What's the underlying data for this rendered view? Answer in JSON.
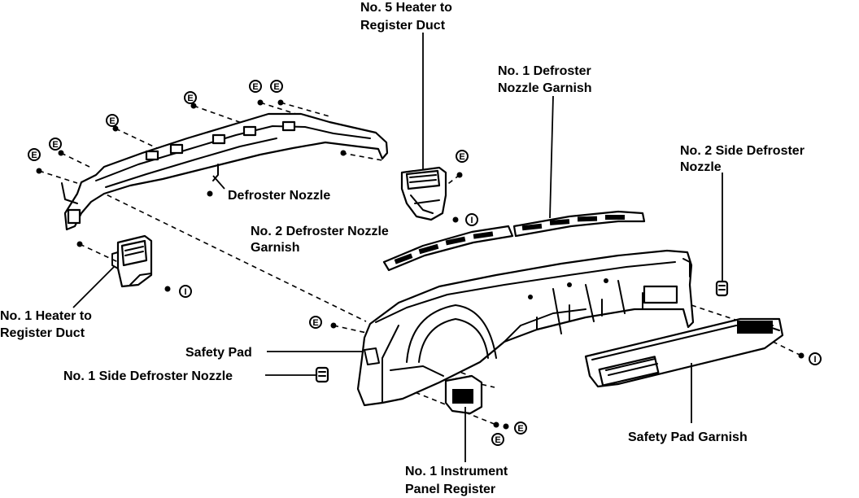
{
  "labels": {
    "no5_heater_duct": [
      "No. 5 Heater to",
      "Register Duct"
    ],
    "no1_defroster_garnish": [
      "No. 1 Defroster",
      "Nozzle Garnish"
    ],
    "no2_side_defroster": [
      "No. 2 Side Defroster",
      "Nozzle"
    ],
    "defroster_nozzle": [
      "Defroster Nozzle"
    ],
    "no2_defroster_garnish": [
      "No. 2 Defroster Nozzle",
      "Garnish"
    ],
    "no1_heater_duct": [
      "No. 1 Heater to",
      "Register Duct"
    ],
    "safety_pad": [
      "Safety Pad"
    ],
    "no1_side_defroster": [
      "No. 1 Side Defroster Nozzle"
    ],
    "safety_pad_garnish": [
      "Safety Pad Garnish"
    ],
    "no1_panel_register": [
      "No. 1 Instrument",
      "Panel Register"
    ]
  },
  "fastener_marks": {
    "E": "E",
    "I": "I"
  }
}
